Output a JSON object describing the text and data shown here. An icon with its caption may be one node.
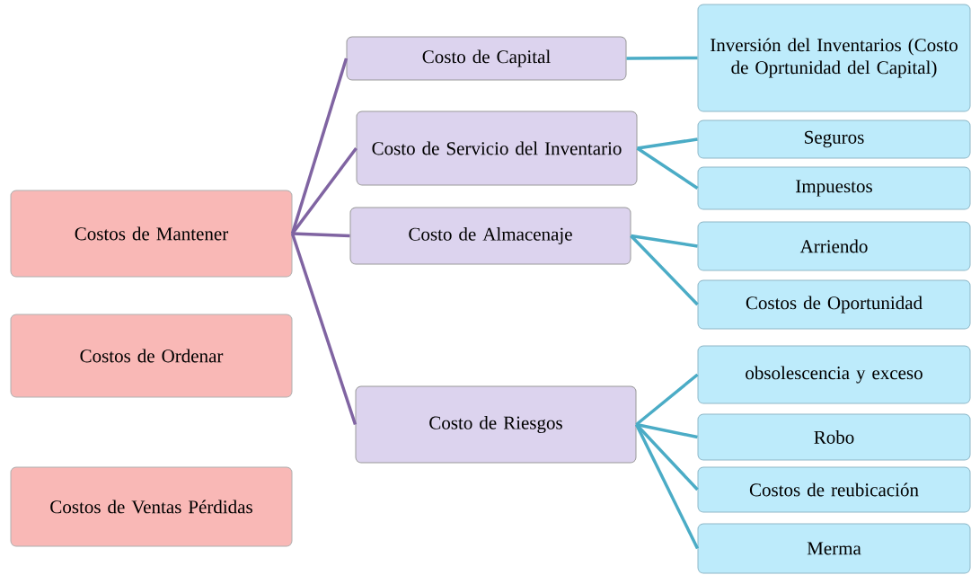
{
  "diagram": {
    "nodes": [
      {
        "text": [
          "Costos de Mantener"
        ]
      },
      {
        "text": [
          "Costos de Ordenar"
        ]
      },
      {
        "text": [
          "Costos de Ventas Pérdidas"
        ]
      },
      {
        "text": [
          "Costo de Capital"
        ]
      },
      {
        "text": [
          "Costo de Servicio del Inventario"
        ]
      },
      {
        "text": [
          "Costo de Almacenaje"
        ]
      },
      {
        "text": [
          "Costo de Riesgos"
        ]
      },
      {
        "text": [
          "Inversión del Inventarios (Costo de Oprtunidad del Capital)"
        ]
      },
      {
        "text": [
          "Seguros"
        ]
      },
      {
        "text": [
          "Impuestos"
        ]
      },
      {
        "text": [
          "Arriendo"
        ]
      },
      {
        "text": [
          "Costos de Oportunidad"
        ]
      },
      {
        "text": [
          "obsolescencia y exceso"
        ]
      },
      {
        "text": [
          "Robo"
        ]
      },
      {
        "text": [
          "Costos de reubicación"
        ]
      },
      {
        "text": [
          "Merma"
        ]
      }
    ],
    "edges": [
      {
        "from": 0,
        "to": 3,
        "arrow": "none",
        "color": "#8064a2"
      },
      {
        "from": 0,
        "to": 4,
        "arrow": "none",
        "color": "#8064a2"
      },
      {
        "from": 0,
        "to": 5,
        "arrow": "none",
        "color": "#8064a2"
      },
      {
        "from": 0,
        "to": 6,
        "arrow": "none",
        "color": "#8064a2"
      },
      {
        "from": 3,
        "to": 7,
        "arrow": "none"
      },
      {
        "from": 4,
        "to": 8,
        "arrow": "none"
      },
      {
        "from": 4,
        "to": 9,
        "arrow": "none"
      },
      {
        "from": 5,
        "to": 10,
        "arrow": "none"
      },
      {
        "from": 5,
        "to": 11,
        "arrow": "none"
      },
      {
        "from": 6,
        "to": 12,
        "arrow": "none"
      },
      {
        "from": 6,
        "to": 13,
        "arrow": "none"
      },
      {
        "from": 6,
        "to": 14,
        "arrow": "none"
      },
      {
        "from": 6,
        "to": 15,
        "arrow": "none"
      }
    ]
  }
}
